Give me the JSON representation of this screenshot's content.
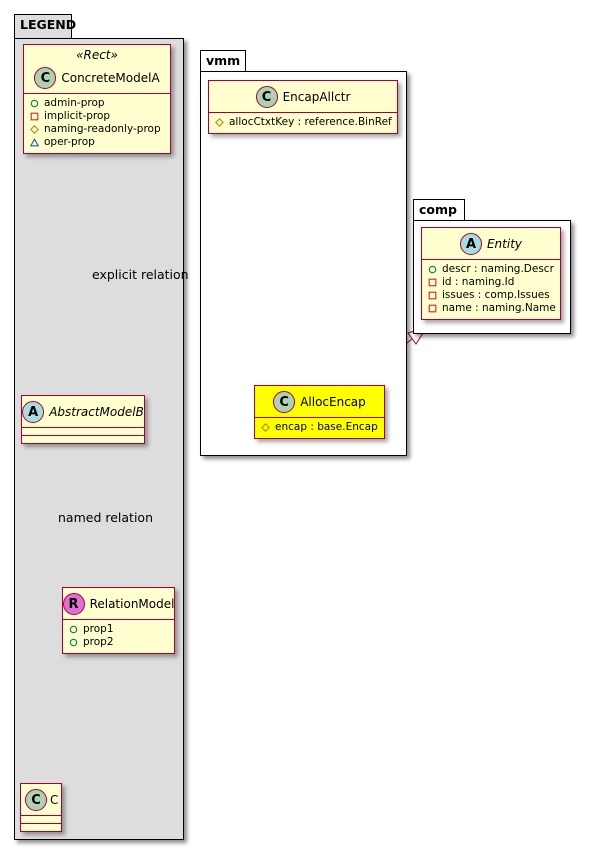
{
  "packages": {
    "legend": {
      "title": "LEGEND"
    },
    "vmm": {
      "title": "vmm"
    },
    "comp": {
      "title": "comp"
    }
  },
  "legend": {
    "stereotype": "«Rect»",
    "concrete": {
      "badge": "C",
      "name": "ConcreteModelA",
      "attrs": [
        {
          "vis": "+",
          "text": "admin-prop"
        },
        {
          "vis": "-",
          "text": "implicit-prop"
        },
        {
          "vis": "#",
          "text": "naming-readonly-prop"
        },
        {
          "vis": "~",
          "text": "oper-prop"
        }
      ]
    },
    "abstract": {
      "badge": "A",
      "name": "AbstractModelB"
    },
    "relation": {
      "badge": "R",
      "name": "RelationModel",
      "attrs": [
        {
          "vis": "+",
          "text": "prop1"
        },
        {
          "vis": "+",
          "text": "prop2"
        }
      ]
    },
    "c": {
      "badge": "C",
      "name": "C"
    },
    "explicit_label": "explicit relation",
    "named_label": "named relation"
  },
  "vmm": {
    "encap_allctr": {
      "badge": "C",
      "name": "EncapAllctr",
      "attrs": [
        {
          "vis": "#",
          "text": "allocCtxtKey : reference.BinRef"
        }
      ]
    },
    "alloc_encap": {
      "badge": "C",
      "name": "AllocEncap",
      "attrs": [
        {
          "vis": "#",
          "text": "encap : base.Encap"
        }
      ]
    }
  },
  "comp": {
    "entity": {
      "badge": "A",
      "name": "Entity",
      "attrs": [
        {
          "vis": "+",
          "text": "descr : naming.Descr"
        },
        {
          "vis": "-",
          "text": "id : naming.Id"
        },
        {
          "vis": "-",
          "text": "issues : comp.Issues"
        },
        {
          "vis": "-",
          "text": "name : naming.Name"
        }
      ]
    }
  },
  "colors": {
    "class_fill": "#fefece",
    "highlight_fill": "#ffff00",
    "border": "#a80036",
    "legend_bg": "#dddddd"
  }
}
